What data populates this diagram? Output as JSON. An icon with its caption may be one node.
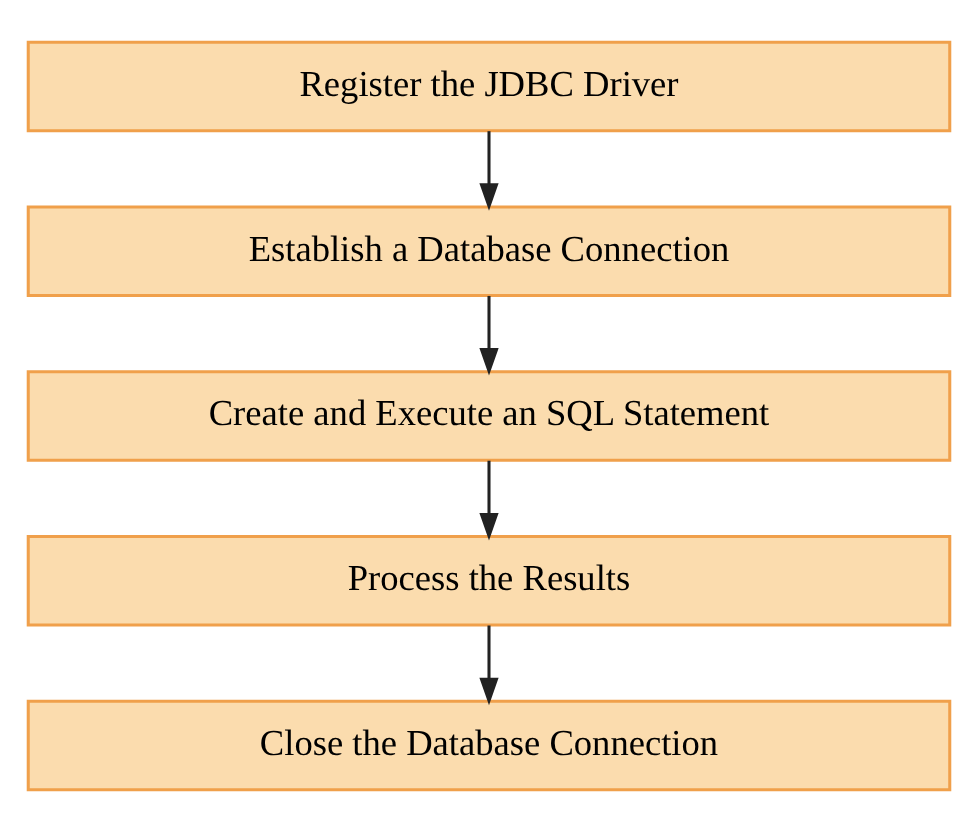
{
  "diagram": {
    "nodes": [
      {
        "text": [
          "Register the JDBC Driver"
        ]
      },
      {
        "text": [
          "Establish a Database Connection"
        ]
      },
      {
        "text": [
          "Create and Execute an SQL Statement"
        ]
      },
      {
        "text": [
          "Process the Results"
        ]
      },
      {
        "text": [
          "Close the Database Connection"
        ]
      }
    ],
    "edges": [
      {
        "from": 0,
        "to": 1,
        "arrow": "to"
      },
      {
        "from": 1,
        "to": 2,
        "arrow": "to"
      },
      {
        "from": 2,
        "to": 3,
        "arrow": "to"
      },
      {
        "from": 3,
        "to": 4,
        "arrow": "to"
      }
    ]
  }
}
